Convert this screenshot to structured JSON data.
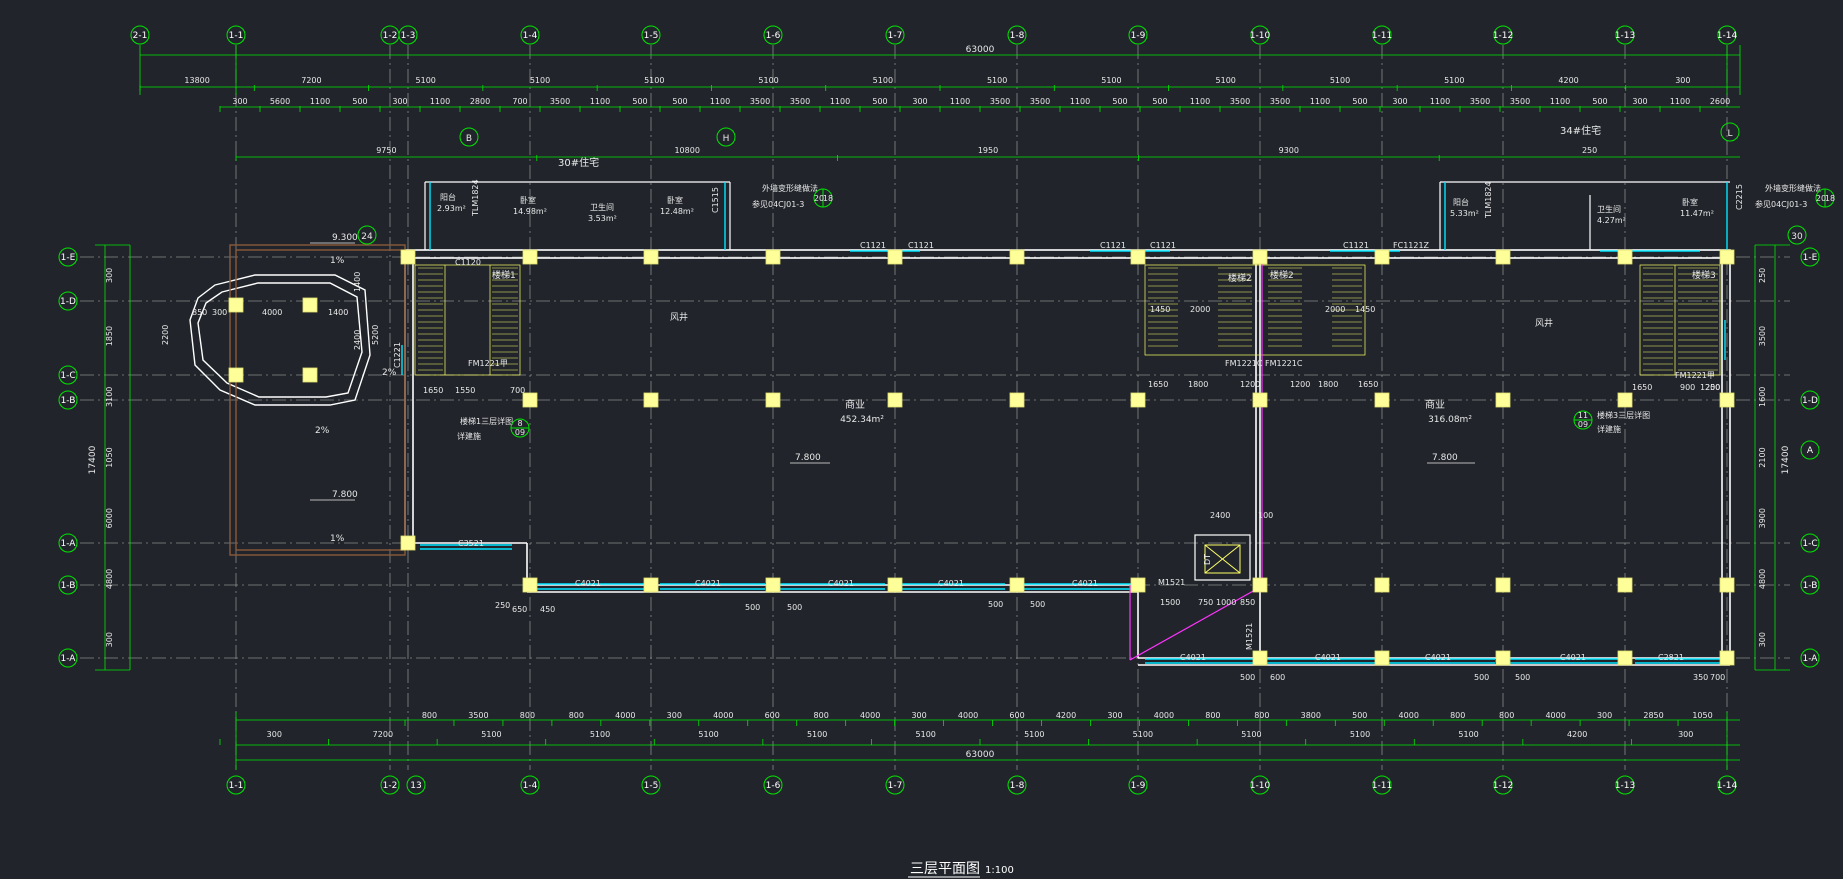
{
  "drawing": {
    "title": "三层平面图",
    "scale": "1:100",
    "colors": {
      "background": "#21252b",
      "dimension": "#00e600",
      "grid_axis": "#8a8a8a",
      "wall": "#ffffff",
      "column": "#ffff99",
      "window": "#00e5ff",
      "stair": "#ffff66",
      "accent": "#ff33ff"
    }
  },
  "grid_top": [
    "2-1",
    "1-1",
    "1-2",
    "1-3",
    "1-4",
    "1-5",
    "1-6",
    "1-7",
    "1-8",
    "1-9",
    "1-10",
    "1-11",
    "1-12",
    "1-13",
    "1-14"
  ],
  "grid_bottom": [
    "1-1",
    "1-2",
    "13",
    "1-4",
    "1-5",
    "1-6",
    "1-7",
    "1-8",
    "1-9",
    "1-10",
    "1-11",
    "1-12",
    "1-13",
    "1-14"
  ],
  "grid_left": [
    "1-E",
    "1-D",
    "1-C",
    "1-B",
    "1-A",
    "1-B",
    "1-A"
  ],
  "grid_right": [
    "1-E",
    "1-D",
    "A",
    "1-C",
    "1-B",
    "1-A"
  ],
  "dims": {
    "overall_top": "63000",
    "overall_bottom": "63000",
    "top_row1": [
      "13800",
      "7200",
      "5100",
      "5100",
      "5100",
      "5100",
      "5100",
      "5100",
      "5100",
      "5100",
      "5100",
      "5100",
      "4200",
      "300"
    ],
    "top_row2": [
      "300",
      "5600",
      "1100",
      "500",
      "300",
      "1100",
      "2800",
      "700",
      "3500",
      "1100",
      "500",
      "500",
      "1100",
      "3500",
      "3500",
      "1100",
      "500",
      "300",
      "1100",
      "3500",
      "3500",
      "1100",
      "500",
      "500",
      "1100",
      "3500",
      "3500",
      "1100",
      "500",
      "300",
      "1100",
      "3500",
      "3500",
      "1100",
      "500",
      "300",
      "1100",
      "2600"
    ],
    "top_row3": [
      "9750",
      "10800",
      "1950",
      "9300",
      "250"
    ],
    "bottom_row1": [
      "800",
      "3500",
      "800",
      "800",
      "4000",
      "300",
      "4000",
      "600",
      "800",
      "4000",
      "300",
      "4000",
      "600",
      "4200",
      "300",
      "4000",
      "800",
      "800",
      "3800",
      "500",
      "4000",
      "800",
      "800",
      "4000",
      "300",
      "2850",
      "1050"
    ],
    "bottom_row2": [
      "300",
      "7200",
      "5100",
      "5100",
      "5100",
      "5100",
      "5100",
      "5100",
      "5100",
      "5100",
      "5100",
      "5100",
      "4200",
      "300"
    ],
    "left_outer": [
      "300",
      "1850",
      "3100",
      "1050",
      "6000",
      "4800",
      "300"
    ],
    "left_total": "17400",
    "right_total": "17400",
    "right_outer": [
      "250",
      "3500",
      "1600",
      "2100",
      "3900",
      "4800",
      "300"
    ]
  },
  "rooms": {
    "commercial_left": "商业",
    "commercial_left_area": "452.34m²",
    "commercial_right": "商业",
    "commercial_right_area": "316.08m²",
    "elev_left": "7.800",
    "elev_right": "7.800",
    "elev_terrace": "7.800",
    "terrace_top": "9.300",
    "slope1": "1%",
    "slope2": "2%",
    "slope3": "2%",
    "slope4": "1%",
    "res30": "30#住宅",
    "res34": "34#住宅",
    "balcony_l": "阳台",
    "balcony_l_area": "2.93m²",
    "bedroom_l": "卧室",
    "bedroom_l_area": "14.98m²",
    "wc_l": "卫生间",
    "wc_l_area": "3.53m²",
    "bedroom_l2": "卧室",
    "bedroom_l2_area": "12.48m²",
    "balcony_r": "阳台",
    "balcony_r_area": "5.33m²",
    "wc_r": "卫生间",
    "wc_r_area": "4.27m²",
    "bedroom_r": "卧室",
    "bedroom_r_area": "11.47m²",
    "ext_note_l": "外墙变形缝做法",
    "ext_ref_l": "参见04CJ01-3",
    "ext_note_r": "外墙变形缝做法",
    "ext_ref_r": "参见04CJ01-3",
    "airshaft_l": "风井",
    "airshaft_r": "风井",
    "stair1": "楼梯1",
    "stair2a": "楼梯2",
    "stair2b": "楼梯2",
    "stair3": "楼梯3",
    "stair_note_l1": "楼梯1三层详图",
    "stair_note_l2": "详建施",
    "stair_note_r1": "楼梯3三层详图",
    "stair_note_r2": "详建施",
    "callout_left": "24",
    "callout_right": "30",
    "axisB": "B",
    "axisH": "H",
    "axisL": "L",
    "detail_l": "8",
    "detail_l_sheet": "09",
    "detail_r": "11",
    "detail_r_sheet": "09",
    "detail_top": "20",
    "detail_top_sheet": "18",
    "detail_top2": "20",
    "detail_top2_sheet": "18"
  },
  "openings": {
    "c1121": "C1121",
    "fc1121z": "FC1121Z",
    "c1515": "C1515",
    "c3521": "C3521",
    "c4021": "C4021",
    "c2821": "C2821",
    "m1521": "M1521",
    "fm1221c": "FM1221C",
    "fm1221": "FM1221甲",
    "tlm1824": "TLM1824",
    "tlm1824b": "TLM1824",
    "c1120": "C1120",
    "c1221": "C1221",
    "c2215": "C2215",
    "dt": "DT"
  },
  "misc_dims": {
    "d4000": "4000",
    "d1400": "1400",
    "d2400": "2400",
    "d5200": "5200",
    "d2200": "2200",
    "d300": "300",
    "d850": "850",
    "d2400b": "2400",
    "d100": "100",
    "d1450": "1450",
    "d2000": "2000",
    "d1650": "1650",
    "d1800": "1800",
    "d1200": "1200",
    "d250": "250",
    "d1550": "1550",
    "d650": "650",
    "d450": "450",
    "d1500": "1500",
    "d750": "750",
    "d1000": "1000",
    "d850b": "850",
    "d500": "500",
    "d600": "600",
    "d350": "350",
    "d700": "700",
    "d900": "900"
  }
}
